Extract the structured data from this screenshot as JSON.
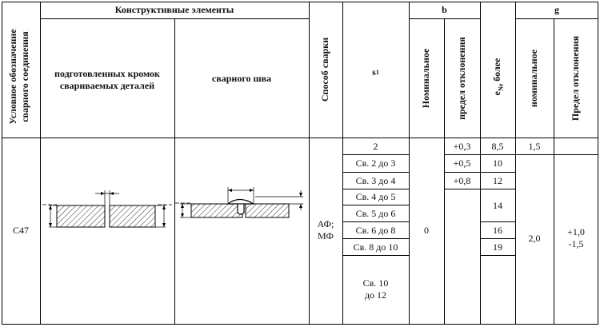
{
  "header": {
    "group_title": "Конструктивные элементы",
    "col_designation": [
      "Условное обозначение",
      "сварного соединения"
    ],
    "col_prepared_edges": [
      "подготовленных кромок",
      "свариваемых деталей"
    ],
    "col_weld_seam": "сварного шва",
    "col_method": "Способ сварки",
    "col_s1": "s",
    "col_s1_sub": "1",
    "col_b": "b",
    "col_b_nominal": "Номинальное",
    "col_b_tolerance": "предел отклонения",
    "col_e": "e",
    "col_e_sub": "Ne",
    "col_e_suffix": "более",
    "col_g": "g",
    "col_g_nominal": "номинальное",
    "col_g_tolerance": "Предел отклонения"
  },
  "row": {
    "designation": "С47",
    "method_lines": [
      "АФ;",
      "МФ"
    ],
    "b_nominal": "0",
    "g_nominal_first": "1,5",
    "g_nominal_rest": "2,0",
    "g_tolerance": [
      "+1,0",
      "-1,5"
    ]
  },
  "thickness_rows": [
    {
      "s1": "2",
      "b_tol": "+0,3",
      "e": "8,5"
    },
    {
      "s1": "Св. 2 до 3",
      "b_tol": "+0,5",
      "e": "10"
    },
    {
      "s1": "Св. 3 до 4",
      "b_tol": "+0,8",
      "e": "12"
    },
    {
      "s1": "Св. 4 до 5",
      "b_tol": "",
      "e": "14"
    },
    {
      "s1": "Св. 5 до 6",
      "b_tol": "",
      "e": ""
    },
    {
      "s1": "Св. 6 до 8",
      "b_tol": "",
      "e": "16"
    },
    {
      "s1": "Св. 8 до 10",
      "b_tol": "",
      "e": "19"
    },
    {
      "s1_lines": [
        "Св. 10",
        "до 12"
      ]
    }
  ]
}
